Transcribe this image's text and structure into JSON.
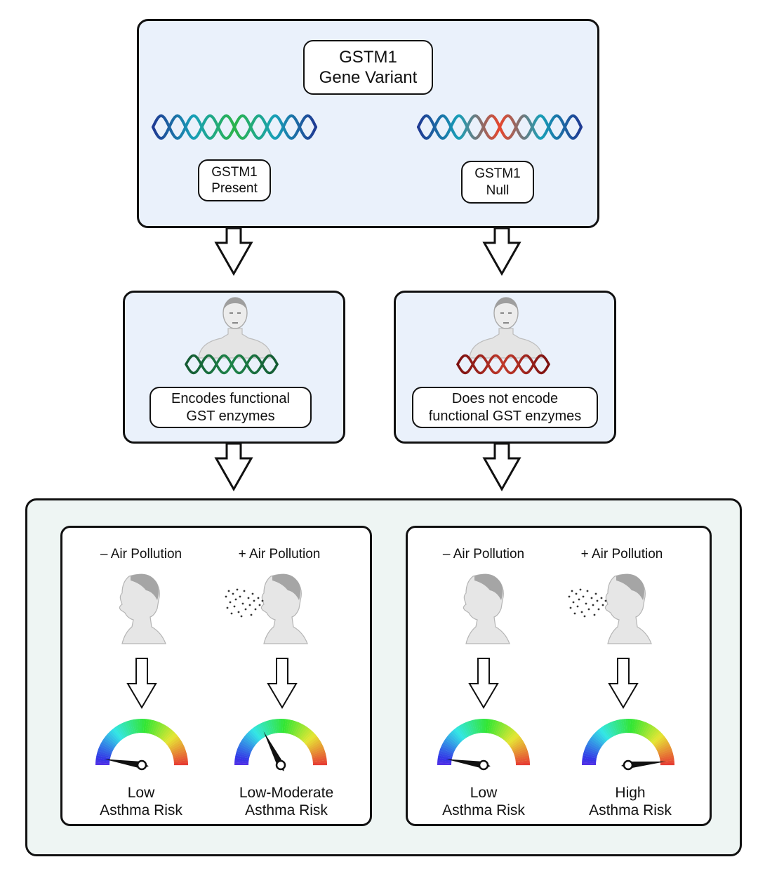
{
  "top": {
    "title": "GSTM1\nGene Variant",
    "present_label": "GSTM1\nPresent",
    "null_label": "GSTM1\nNull"
  },
  "middle": {
    "left_label": "Encodes functional\nGST enzymes",
    "right_label": "Does not encode\nfunctional GST enzymes"
  },
  "bottom": {
    "left_panel": {
      "cond_minus": "– Air Pollution",
      "cond_plus": "+ Air Pollution",
      "risk_minus": "Low\nAsthma Risk",
      "risk_plus": "Low-Moderate\nAsthma Risk",
      "gauge_minus_level": 0.05,
      "gauge_plus_level": 0.35
    },
    "right_panel": {
      "cond_minus": "– Air Pollution",
      "cond_plus": "+ Air Pollution",
      "risk_minus": "Low",
      "risk_minus_line2": "Asthma Risk",
      "risk_plus": "High\nAsthma Risk",
      "gauge_minus_level": 0.05,
      "gauge_plus_level": 0.97
    }
  },
  "colors": {
    "box_fill_blue": "#eaf1fb",
    "box_fill_green": "#eef5f3",
    "dna_present": [
      "#1f3a93",
      "#18a0b8",
      "#2bb34a"
    ],
    "dna_null": [
      "#1f3a93",
      "#18a0b8",
      "#e8452c"
    ],
    "dna_functional": [
      "#145a32",
      "#1e8449"
    ],
    "dna_nonfunctional": [
      "#7b1010",
      "#c0392b"
    ]
  }
}
